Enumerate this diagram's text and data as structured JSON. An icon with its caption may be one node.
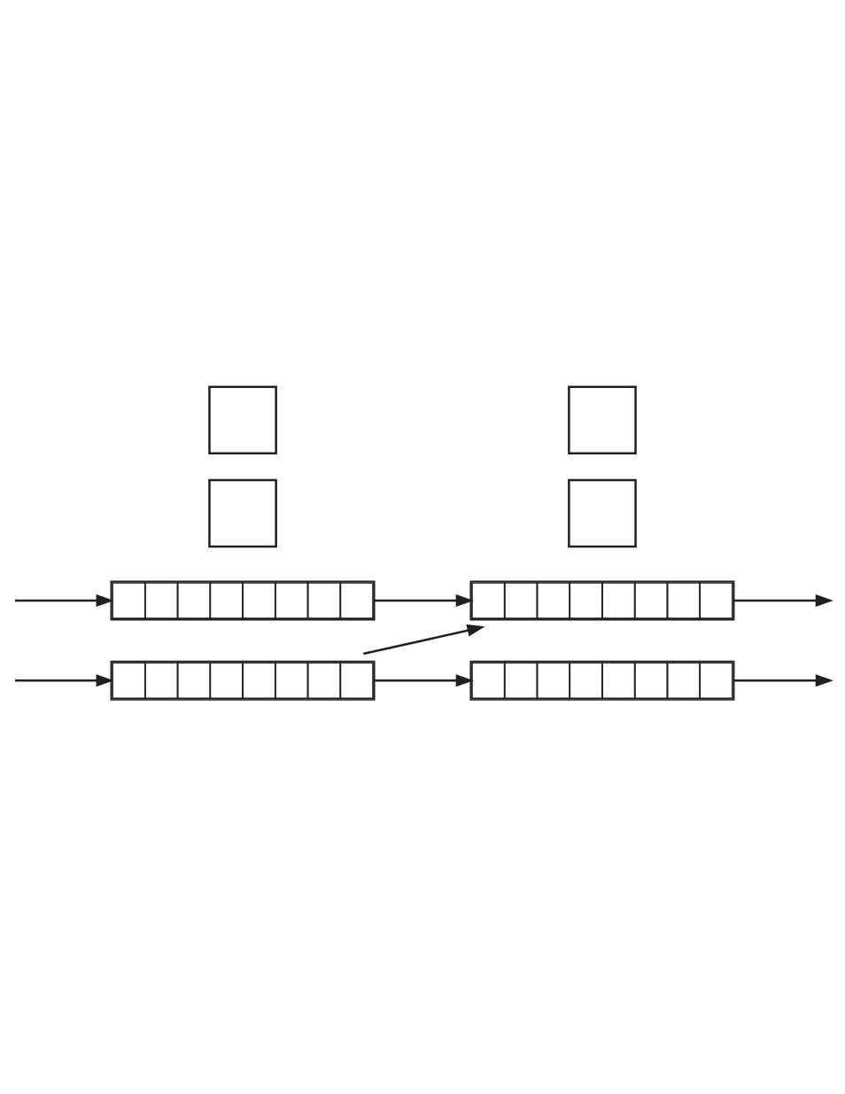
{
  "diagram": {
    "nodes": [
      {
        "text": [],
        "shape": "box"
      },
      {
        "text": [],
        "shape": "box"
      },
      {
        "text": [],
        "shape": "bar"
      },
      {
        "text": [],
        "shape": "bar"
      },
      {
        "text": [],
        "shape": "box"
      },
      {
        "text": [],
        "shape": "box"
      },
      {
        "text": [],
        "shape": "bar"
      },
      {
        "text": [],
        "shape": "bar"
      }
    ],
    "edges": [
      {
        "from": null,
        "to": 2,
        "arrow": "to"
      },
      {
        "from": 2,
        "to": 3,
        "arrow": "to"
      },
      {
        "from": 3,
        "to": null,
        "arrow": "to"
      },
      {
        "from": 2,
        "to": 7,
        "arrow": "to"
      },
      {
        "from": null,
        "to": 6,
        "arrow": "to"
      },
      {
        "from": 6,
        "to": 7,
        "arrow": "to"
      },
      {
        "from": 7,
        "to": null,
        "arrow": "to"
      }
    ]
  }
}
